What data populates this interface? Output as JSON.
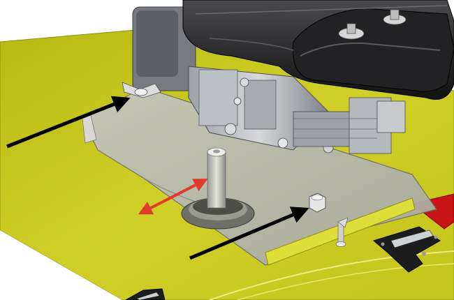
{
  "figure": {
    "description_text": "",
    "colors": {
      "background": "#ffffff",
      "deck_yellow": "#c8c81e",
      "deck_yellow_dark": "#a3a313",
      "plate_gray": "#b9b9b0",
      "engine_gray": "#8f9398",
      "engine_dark": "#3a3a3c",
      "cover_black": "#1e1e1f",
      "red_panel": "#c81414",
      "arrow_black": "#000000",
      "arrow_red": "#e03a2a"
    },
    "icons": {
      "callout_arrow": "black-arrow",
      "adjust_arrow": "double-headed-red-arrow",
      "hinge": "hinge-bracket",
      "wing_nut": "wing-nut",
      "bolt": "hex-bolt"
    }
  }
}
